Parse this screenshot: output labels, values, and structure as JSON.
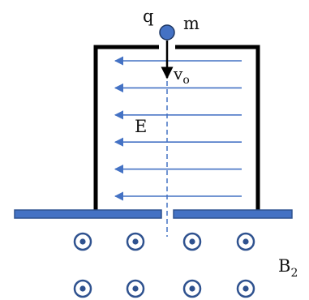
{
  "labels": {
    "charge": "q",
    "mass": "m",
    "velocity_symbol": "v",
    "velocity_subscript": "o",
    "field": "E",
    "magnetic_symbol": "B",
    "magnetic_subscript": "2"
  },
  "colors": {
    "field_line": "#4472c4",
    "plate": "#4472c4",
    "plate_edge": "#2f528f",
    "charge": "#4472c4",
    "charge_edge": "#1f3864",
    "wire": "#000000",
    "dashed_path": "#4472c4",
    "b_symbol": "#2f528f",
    "text": "#111111"
  },
  "field_arrow_count": 6,
  "b_field": {
    "direction": "out-of-page",
    "rows": 2,
    "columns": 4
  }
}
